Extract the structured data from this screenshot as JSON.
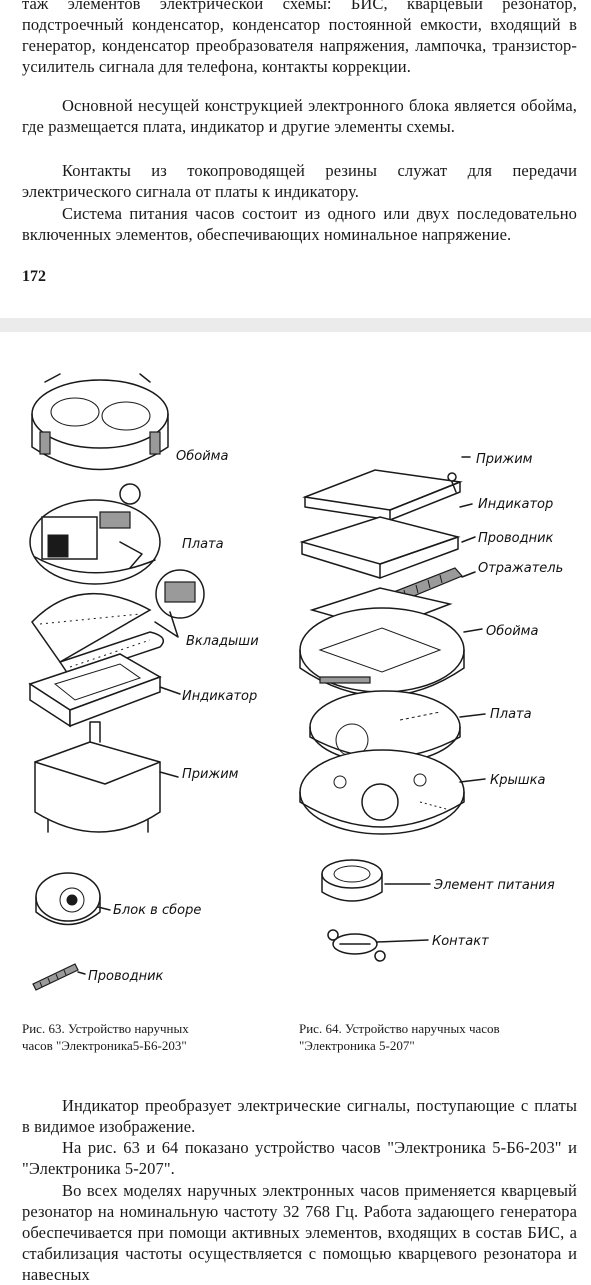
{
  "top_page": {
    "paragraph_1": "таж элементов электрической схемы: БИС, кварцевый резонатор, подстроечный конденсатор, конденсатор постоянной емкости, входящий в генератор, конденсатор преобразователя напряжения, лампочка, транзистор-усилитель сигнала для телефона, контакты коррекции.",
    "paragraph_2": "Основной несущей конструкцией электронного блока является обойма, где размещается плата, индикатор и другие элементы схемы.",
    "paragraph_3": "Контакты из токопроводящей резины служат для передачи электрического сигнала от платы к индикатору.",
    "paragraph_4": "Система питания часов состоит из одного или двух последовательно включенных элементов, обеспечивающих номинальное напряжение.",
    "page_number": "172"
  },
  "figure_63": {
    "labels": {
      "oboima": "Обойма",
      "plata": "Плата",
      "vkladyshi": "Вкладыши",
      "indikator": "Индикатор",
      "prizhim": "Прижим",
      "blok": "Блок в сборе",
      "provodnik": "Проводник"
    },
    "caption_line_1": "Рис. 63. Устройство наручных",
    "caption_line_2": "часов \"Электроника5-Б6-203\""
  },
  "figure_64": {
    "labels": {
      "prizhim": "Прижим",
      "indikator": "Индикатор",
      "provodnik": "Проводник",
      "otrazhatel": "Отражатель",
      "oboima": "Обойма",
      "plata": "Плата",
      "kryshka": "Крышка",
      "element": "Элемент питания",
      "kontakt": "Контакт"
    },
    "caption_line_1": "Рис. 64. Устройство наручных часов",
    "caption_line_2": "\"Электроника 5-207\""
  },
  "bottom_page": {
    "paragraph_1": "Индикатор преобразует электрические сигналы, поступающие с платы в видимое изображение.",
    "paragraph_2": "На рис. 63 и 64 показано устройство часов \"Электроника 5-Б6-203\" и \"Электроника 5-207\".",
    "paragraph_3": "Во всех моделях наручных электронных часов применяется кварцевый резонатор на номинальную частоту 32 768 Гц. Работа задающего генератора обеспечивается при помощи активных элементов, входящих в состав БИС, а стабилизация частоты осуществляется с помощью кварцевого резонатора и навесных"
  }
}
